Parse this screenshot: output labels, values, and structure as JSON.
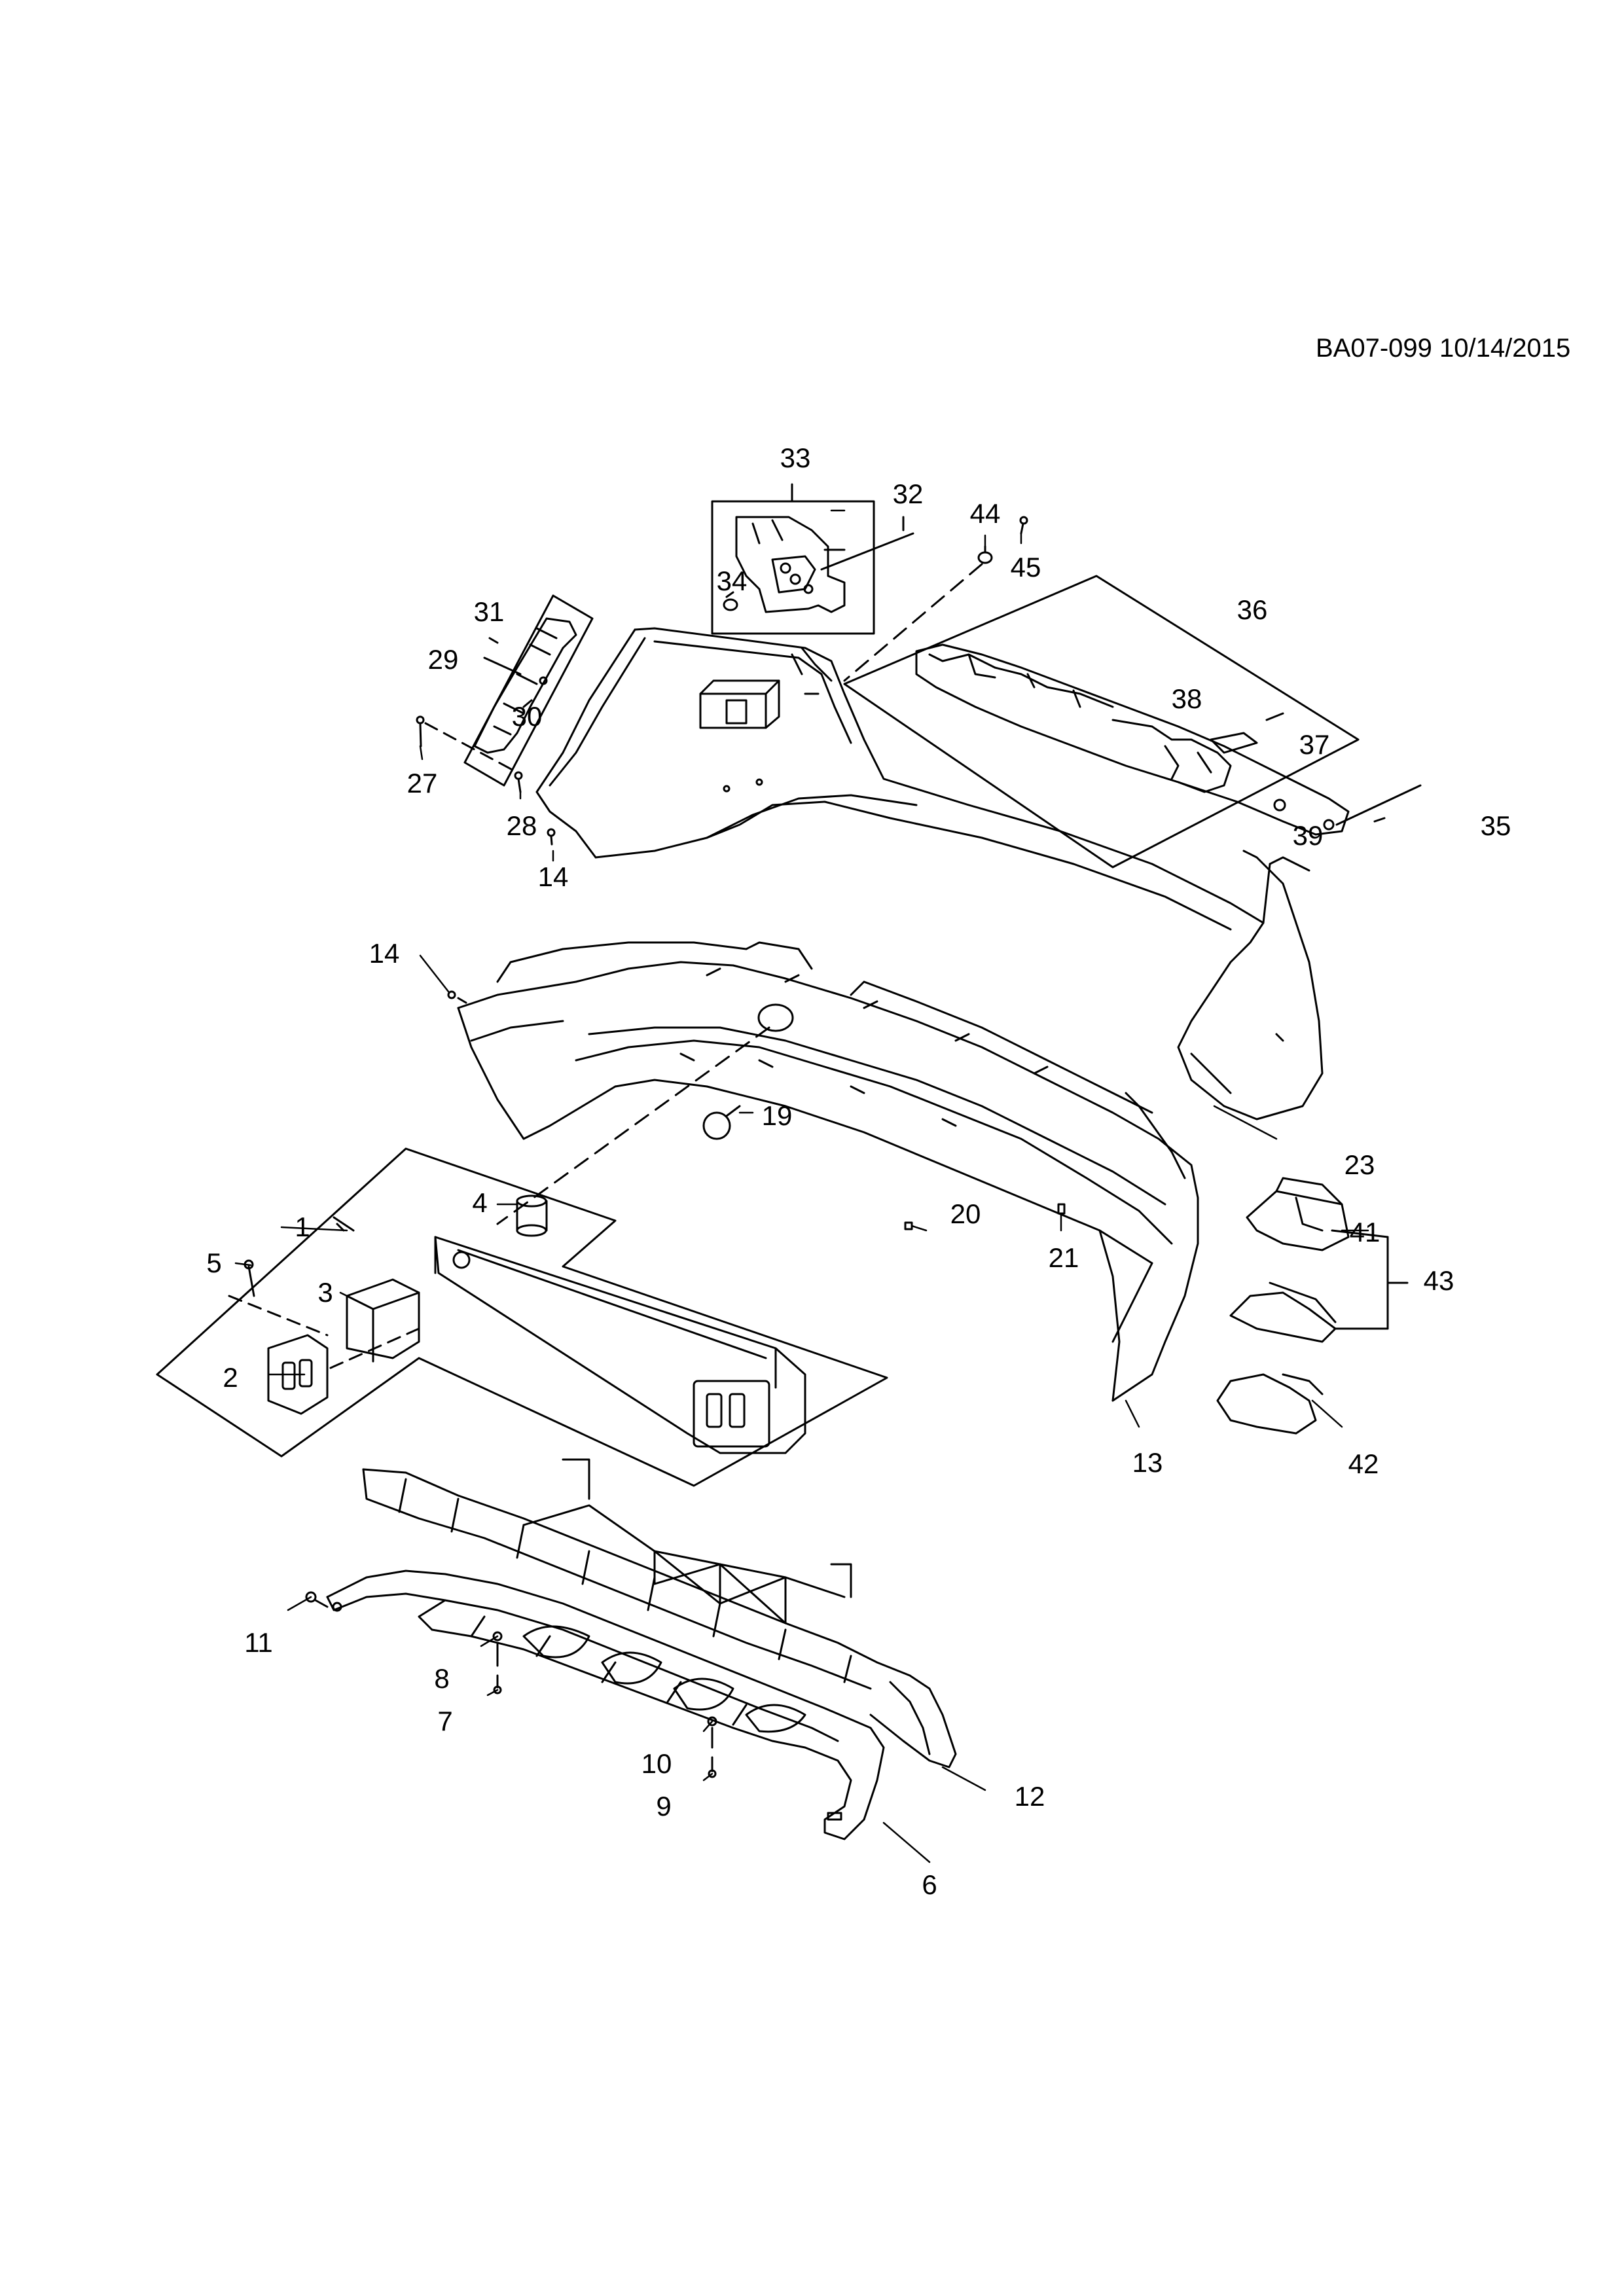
{
  "drawing_ref": "BA07-099 10/14/2015",
  "callouts": {
    "c1": "1",
    "c2": "2",
    "c3": "3",
    "c4": "4",
    "c5": "5",
    "c6": "6",
    "c7": "7",
    "c8": "8",
    "c9": "9",
    "c10": "10",
    "c11": "11",
    "c12": "12",
    "c13": "13",
    "c14a": "14",
    "c14b": "14",
    "c19": "19",
    "c20": "20",
    "c21": "21",
    "c23": "23",
    "c27": "27",
    "c28": "28",
    "c29": "29",
    "c30": "30",
    "c31": "31",
    "c32": "32",
    "c33": "33",
    "c34": "34",
    "c35": "35",
    "c36": "36",
    "c37": "37",
    "c38": "38",
    "c39": "39",
    "c41": "41",
    "c42": "42",
    "c43": "43",
    "c44": "44",
    "c45": "45"
  },
  "colors": {
    "ink": "#000000",
    "paper": "#ffffff"
  }
}
